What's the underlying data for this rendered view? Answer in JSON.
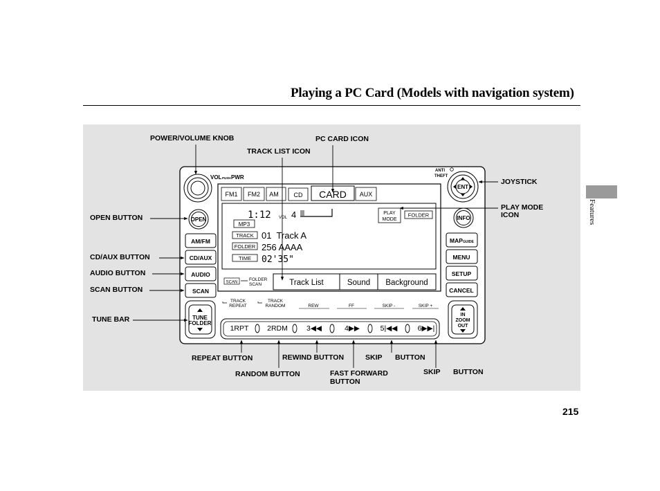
{
  "page": {
    "title": "Playing a PC Card (Models with navigation system)",
    "section_tab": "Features",
    "page_number": "215"
  },
  "callouts": {
    "power_volume_knob": "POWER/VOLUME KNOB",
    "pc_card_icon": "PC CARD ICON",
    "track_list_icon": "TRACK LIST ICON",
    "joystick": "JOYSTICK",
    "play_mode_icon_1": "PLAY MODE",
    "play_mode_icon_2": "ICON",
    "open_button": "OPEN BUTTON",
    "cd_aux_button": "CD/AUX BUTTON",
    "audio_button": "AUDIO BUTTON",
    "scan_button": "SCAN BUTTON",
    "tune_bar": "TUNE BAR",
    "repeat_button": "REPEAT BUTTON",
    "random_button": "RANDOM BUTTON",
    "rewind_button": "REWIND BUTTON",
    "fast_forward_1": "FAST FORWARD",
    "fast_forward_2": "BUTTON",
    "skip_a": "SKIP",
    "button_a": "BUTTON",
    "skip_b": "SKIP",
    "button_b": "BUTTON"
  },
  "unit": {
    "vol_push_pwr": "VOL/PUSH PWR",
    "vol_text": "VOL",
    "push_text": "PUSH",
    "pwr_text": "PWR",
    "anti_theft_1": "ANTI",
    "anti_theft_2": "THEFT",
    "ent": "ENT",
    "info": "INFO",
    "open": "OPEN",
    "am_fm": "AM/FM",
    "cd_aux": "CD/AUX",
    "audio": "AUDIO",
    "scan": "SCAN",
    "tune": "TUNE",
    "folder": "FOLDER",
    "map": "MAP",
    "guide": "GUIDE",
    "menu": "MENU",
    "setup": "SETUP",
    "cancel": "CANCEL",
    "zoom_in": "IN",
    "zoom": "ZOOM",
    "zoom_out": "OUT"
  },
  "screen": {
    "tabs": [
      "FM1",
      "FM2",
      "AM",
      "CD",
      "CARD",
      "AUX"
    ],
    "selected_tab": "CARD",
    "time": "1:12",
    "vol_label": "VOL",
    "vol_value": "4",
    "mp3": "MP3",
    "play_mode_1": "PLAY",
    "play_mode_2": "MODE",
    "play_mode_value": "FOLDER",
    "track_label": "TRACK",
    "track_value": "01  Track A",
    "folder_label": "FOLDER",
    "folder_value": "256 AAAA",
    "time_label": "TIME",
    "time_value": "02'35\"",
    "scan_label": "SCAN",
    "scan_folder_1": "FOLDER",
    "scan_folder_2": "SCAN",
    "soft_buttons": [
      "Track List",
      "Sound",
      "Background"
    ],
    "strip_labels": [
      {
        "line1": "TRACK",
        "line2": "REPEAT"
      },
      {
        "line1": "TRACK",
        "line2": "RANDOM"
      },
      {
        "line1": "REW",
        "line2": ""
      },
      {
        "line1": "FF",
        "line2": ""
      },
      {
        "line1": "SKIP -",
        "line2": ""
      },
      {
        "line1": "SKIP +",
        "line2": ""
      }
    ],
    "presets": [
      "1RPT",
      "2RDM",
      "3◀◀",
      "4▶▶",
      "5|◀◀",
      "6▶▶|"
    ]
  }
}
